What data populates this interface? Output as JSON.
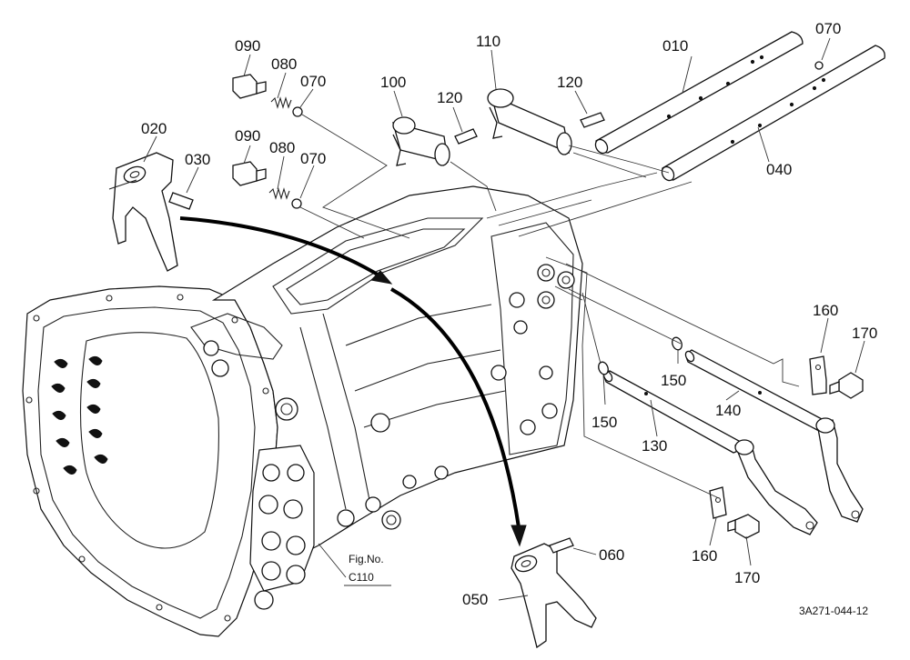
{
  "callouts": {
    "p010": "010",
    "p020": "020",
    "p030": "030",
    "p040": "040",
    "p050": "050",
    "p060": "060",
    "p070a": "070",
    "p070b": "070",
    "p070c": "070",
    "p080a": "080",
    "p080b": "080",
    "p090a": "090",
    "p090b": "090",
    "p100": "100",
    "p110": "110",
    "p120a": "120",
    "p120b": "120",
    "p130": "130",
    "p140": "140",
    "p150a": "150",
    "p150b": "150",
    "p160a": "160",
    "p160b": "160",
    "p170a": "170",
    "p170b": "170"
  },
  "reference": {
    "line1": "Fig.No.",
    "line2": "C110"
  },
  "drawing_code": "3A271-044-12"
}
